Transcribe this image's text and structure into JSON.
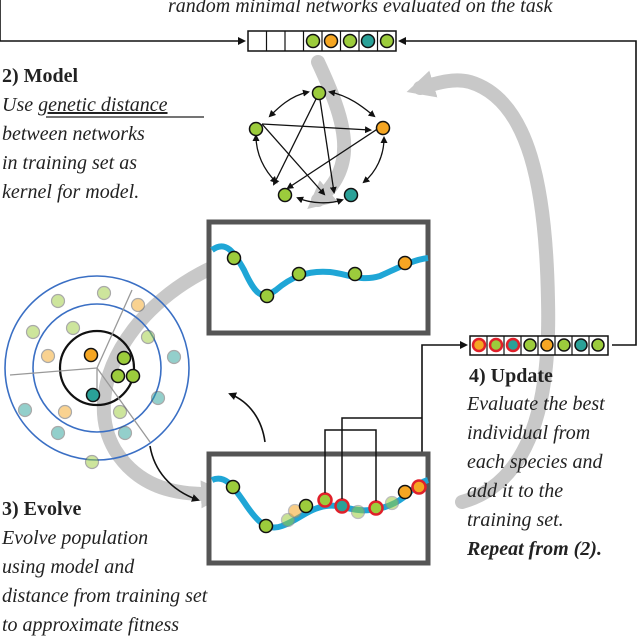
{
  "top_caption": "random minimal networks evaluated on the task",
  "model": {
    "heading": "2) Model",
    "line1_prefix": "Use",
    "line1_underlined": "genetic distance",
    "line2": "between networks",
    "line3": "in training set as",
    "line4": "kernel for model."
  },
  "evolve": {
    "heading": "3) Evolve",
    "line1": "Evolve population",
    "line2": "using model and",
    "line3": "distance from training set",
    "line4": "to approximate fitness"
  },
  "update": {
    "heading": "4) Update",
    "line1": "Evaluate the best",
    "line2": "individual from",
    "line3": "each species and",
    "line4": "add it to the",
    "line5": "training set.",
    "line6": "Repeat from (2)."
  },
  "colors": {
    "yellow_green": "#9ccc3c",
    "orange": "#f5a623",
    "teal": "#2aa198",
    "curve_blue": "#1fa6d6",
    "ring_blue": "#3a6fc4",
    "frame_gray": "#555555",
    "flow_gray": "#c8c8c8",
    "highlight_red": "#e0202a"
  }
}
